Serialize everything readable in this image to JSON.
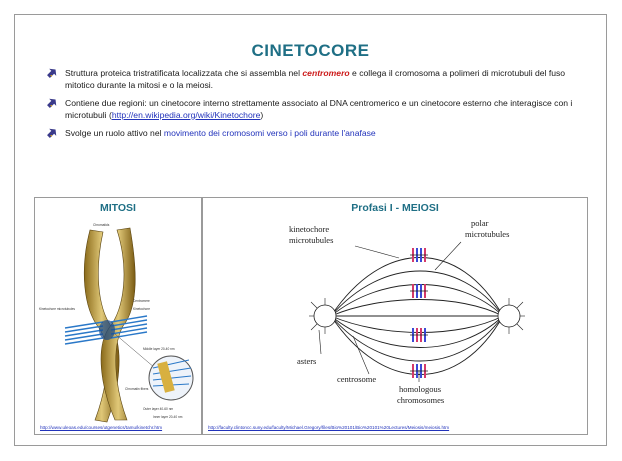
{
  "slide": {
    "title": "CINETOCORE",
    "bullets": [
      {
        "pre": "Struttura proteica tristratificata localizzata che si assembla nel ",
        "highlight": "centromero",
        "post": " e collega il cromosoma a polimeri di microtubuli del fuso mitotico durante la mitosi e o la meiosi."
      },
      {
        "pre": "Contiene due regioni: un cinetocore interno strettamente associato al DNA centromerico e un cinetocore esterno che interagisce con i microtubuli (",
        "link": "http://en.wikipedia.org/wiki/Kinetochore",
        "post": ")"
      },
      {
        "pre": "Svolge un ruolo attivo nel ",
        "highlight": "movimento dei cromosomi verso i poli durante l'anafase",
        "post": ""
      }
    ]
  },
  "left_panel": {
    "title": "MITOSI",
    "source": "http://www.uleoas.edu/courses/utgenetics/tamu/kinetchr.htm",
    "labels": {
      "chromatids": "Chromatids",
      "kinetochore_microtubules": "Kinetochore microtubules",
      "centromere": "Centromere",
      "kinetochore": "Kinetochore",
      "middle_layer": "Middle layer 20-40 nm",
      "outer_layer": "Outer layer 40-60 nm",
      "chromatin_fibers": "Chromatin fibers",
      "inner_layer": "Inner layer 20-40 nm"
    }
  },
  "right_panel": {
    "title": "Profasi I - MEIOSI",
    "source": "http://faculty.clintoncc.suny.edu/faculty/Michael.Gregory/files/Bio%20101/Bio%20101%20Lectures/Meiosis/meiosis.htm",
    "labels": {
      "kinetochore_microtubules": "kinetochore microtubules",
      "polar_microtubules": "polar microtubules",
      "asters": "asters",
      "centrosome": "centrosome",
      "homologous_chromosomes": "homologous chromosomes"
    }
  },
  "colors": {
    "title": "#1f6f85",
    "highlight": "#cc1a1a",
    "link": "#2233bb"
  }
}
